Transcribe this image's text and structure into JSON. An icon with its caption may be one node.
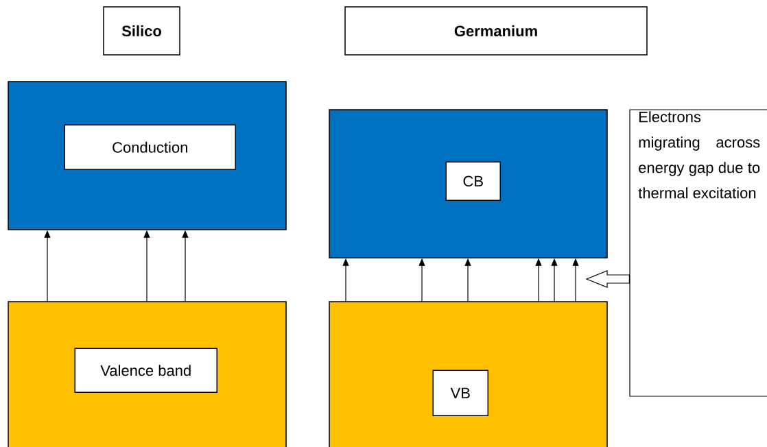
{
  "diagram": {
    "nodes": [
      {
        "text": [
          "Silico"
        ]
      },
      {
        "text": [
          "Germanium"
        ]
      },
      {
        "text": [],
        "shape": "box"
      },
      {
        "text": [
          "Conduction"
        ],
        "in": 2
      },
      {
        "text": [],
        "shape": "box"
      },
      {
        "text": [
          "Valence band"
        ],
        "in": 4
      },
      {
        "text": [],
        "shape": "box"
      },
      {
        "text": [
          "CB"
        ],
        "in": 6
      },
      {
        "text": [
          "Electrons migrating across energy gap due to thermal excitation"
        ]
      },
      {
        "text": [],
        "shape": "box"
      },
      {
        "text": [
          "VB"
        ],
        "in": 9
      }
    ],
    "edges": [
      {
        "from": 4,
        "to": 2,
        "arrow": "to"
      },
      {
        "from": 4,
        "to": 2,
        "arrow": "to"
      },
      {
        "from": 4,
        "to": 2,
        "arrow": "to"
      },
      {
        "from": 9,
        "to": 6,
        "arrow": "to"
      },
      {
        "from": 9,
        "to": 6,
        "arrow": "to"
      },
      {
        "from": 9,
        "to": 6,
        "arrow": "to"
      },
      {
        "from": 9,
        "to": 6,
        "arrow": "to"
      },
      {
        "from": 9,
        "to": 6,
        "arrow": "to"
      },
      {
        "from": 9,
        "to": 6,
        "arrow": "to"
      },
      {
        "from": 8,
        "to": null,
        "arrow": "to"
      }
    ]
  }
}
